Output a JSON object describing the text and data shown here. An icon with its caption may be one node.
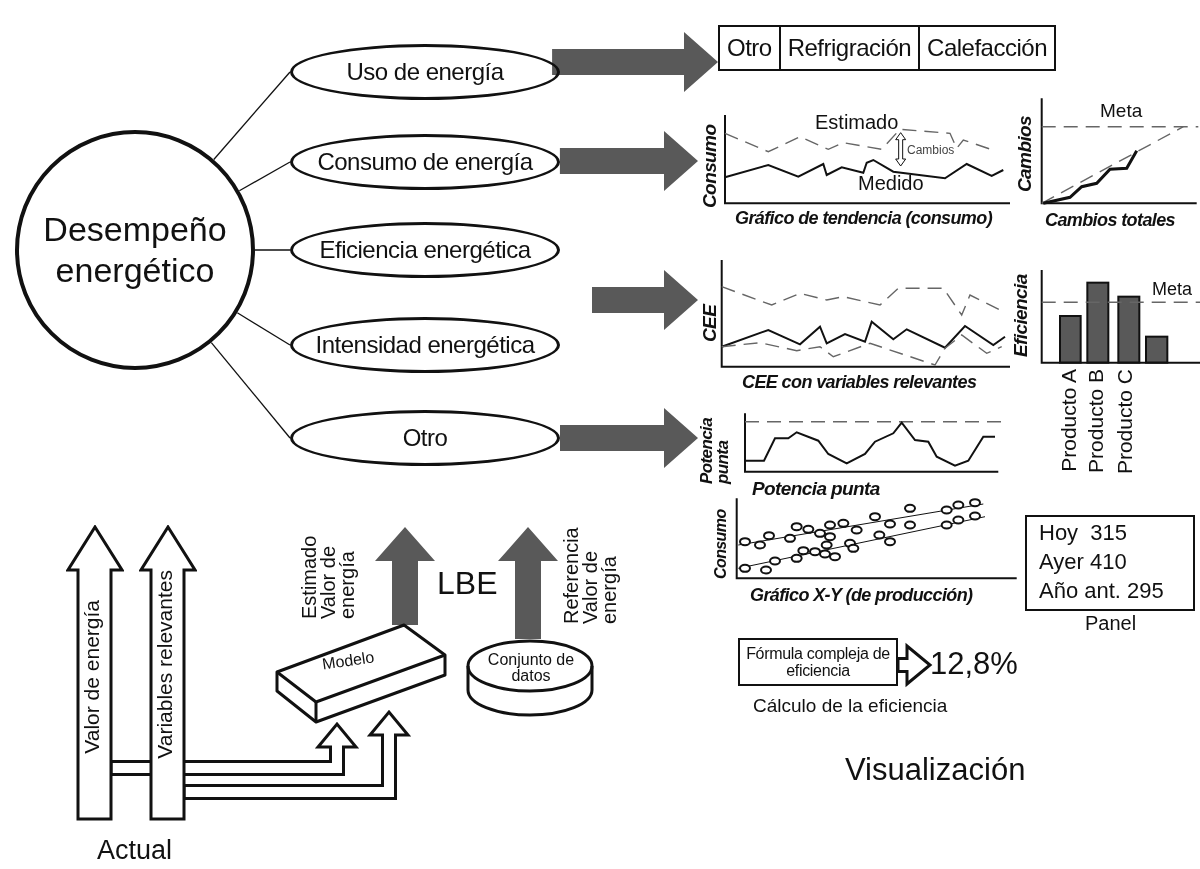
{
  "diagram": {
    "nodes": [
      {
        "text": [
          "Desempeño energético"
        ]
      },
      {
        "text": [
          "Uso de energía"
        ]
      },
      {
        "text": [
          "Consumo de energía"
        ]
      },
      {
        "text": [
          "Eficiencia energética"
        ]
      },
      {
        "text": [
          "Intensidad energética"
        ]
      },
      {
        "text": [
          "Otro"
        ]
      },
      {
        "text": [
          "Otro",
          "Refrigración",
          "Calefacción"
        ]
      },
      {
        "text": [
          "Consumo",
          "Estimado",
          "Cambios",
          "Medido",
          "Gráfico de tendencia (consumo)"
        ]
      },
      {
        "text": [
          "Cambios",
          "Meta",
          "Cambios totales"
        ]
      },
      {
        "text": [
          "CEE",
          "CEE con variables relevantes"
        ]
      },
      {
        "text": [
          "Eficiencia",
          "Meta",
          "Producto A",
          "Producto B",
          "Producto C"
        ]
      },
      {
        "text": [
          "Potencia punta",
          "Potencia punta"
        ]
      },
      {
        "text": [
          "Consumo",
          "Gráfico X-Y (de producción)"
        ]
      },
      {
        "text": [
          "Hoy  315",
          "Ayer 410",
          "Año ant. 295",
          "Panel"
        ]
      },
      {
        "text": [
          "Fórmula compleja de eficiencia"
        ],
        "beside": [
          "Cálculo de la eficiencia"
        ]
      },
      {
        "text": [
          "12,8%"
        ]
      },
      {
        "text": [
          "Valor de energía"
        ]
      },
      {
        "text": [
          "Variables relevantes"
        ]
      },
      {
        "text": [
          "Modelo"
        ]
      },
      {
        "text": [
          "Conjunto de datos"
        ]
      }
    ],
    "edges": [
      {
        "from": 0,
        "to": 1,
        "arrow": "none"
      },
      {
        "from": 0,
        "to": 2,
        "arrow": "none"
      },
      {
        "from": 0,
        "to": 3,
        "arrow": "none"
      },
      {
        "from": 0,
        "to": 4,
        "arrow": "none"
      },
      {
        "from": 0,
        "to": 5,
        "arrow": "none"
      },
      {
        "from": 1,
        "to": 6,
        "arrow": "to",
        "color": "#595959"
      },
      {
        "from": 2,
        "to": 7,
        "arrow": "to",
        "color": "#595959"
      },
      {
        "from": null,
        "to": 9,
        "arrow": "to",
        "color": "#595959"
      },
      {
        "from": 5,
        "to": 11,
        "arrow": "to",
        "color": "#595959"
      },
      {
        "from": 14,
        "to": 15,
        "arrow": "to"
      },
      {
        "from": 16,
        "to": 18,
        "arrow": "to"
      },
      {
        "from": 17,
        "to": 18,
        "arrow": "to"
      },
      {
        "from": 18,
        "to": null,
        "arrow": "to",
        "color": "#595959"
      },
      {
        "from": 19,
        "to": null,
        "arrow": "to",
        "color": "#595959"
      }
    ],
    "labels": [
      "Estimado Valor de energía",
      "LBE",
      "Referencia Valor de energía",
      "Visualización",
      "Actual"
    ]
  }
}
